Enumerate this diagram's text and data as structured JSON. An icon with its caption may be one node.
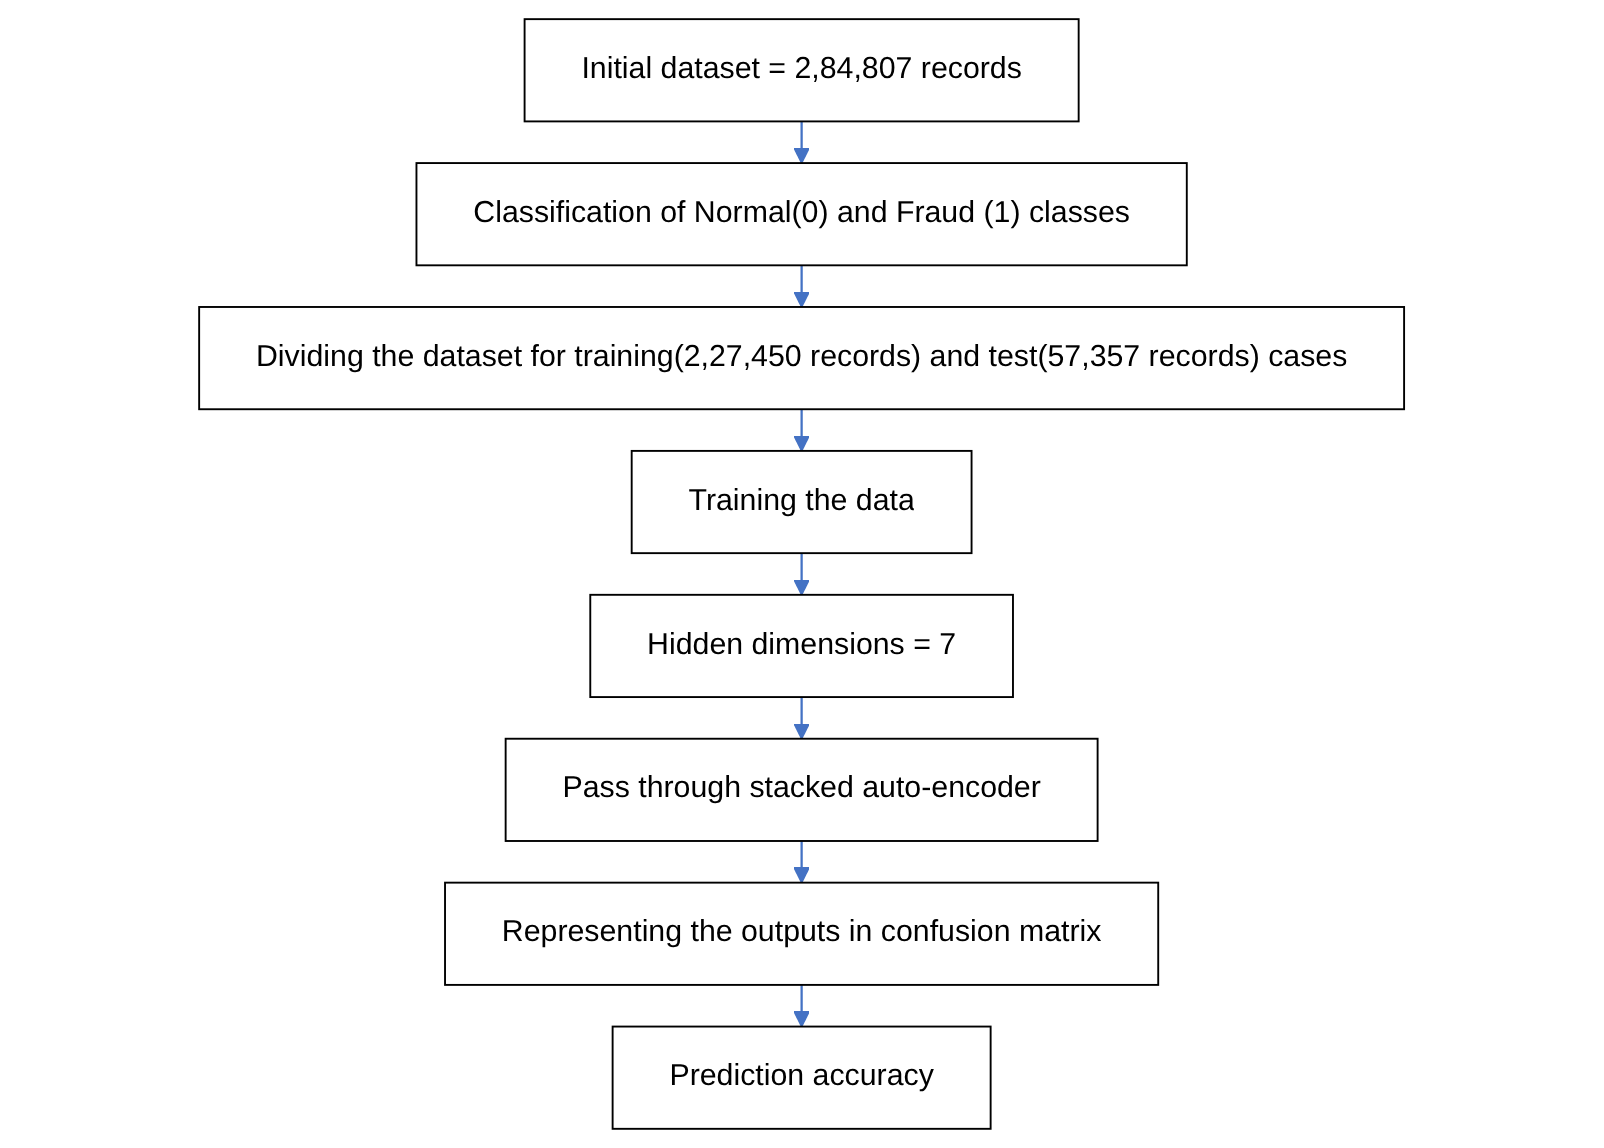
{
  "diagram": {
    "nodes": [
      {
        "text": [
          "Initial dataset = 2,84,807 records"
        ]
      },
      {
        "text": [
          "Classification of Normal(0) and Fraud (1) classes"
        ]
      },
      {
        "text": [
          "Dividing the dataset for training(2,27,450 records) and test(57,357 records) cases"
        ]
      },
      {
        "text": [
          "Training the data"
        ]
      },
      {
        "text": [
          "Hidden dimensions = 7"
        ]
      },
      {
        "text": [
          "Pass through stacked auto-encoder"
        ]
      },
      {
        "text": [
          "Representing the outputs in confusion matrix"
        ]
      },
      {
        "text": [
          "Prediction accuracy"
        ]
      }
    ],
    "edges": [
      {
        "from": 0,
        "to": 1,
        "arrow": "to"
      },
      {
        "from": 1,
        "to": 2,
        "arrow": "to"
      },
      {
        "from": 2,
        "to": 3,
        "arrow": "to"
      },
      {
        "from": 3,
        "to": 4,
        "arrow": "to"
      },
      {
        "from": 4,
        "to": 5,
        "arrow": "to"
      },
      {
        "from": 5,
        "to": 6,
        "arrow": "to"
      },
      {
        "from": 6,
        "to": 7,
        "arrow": "to"
      }
    ]
  }
}
